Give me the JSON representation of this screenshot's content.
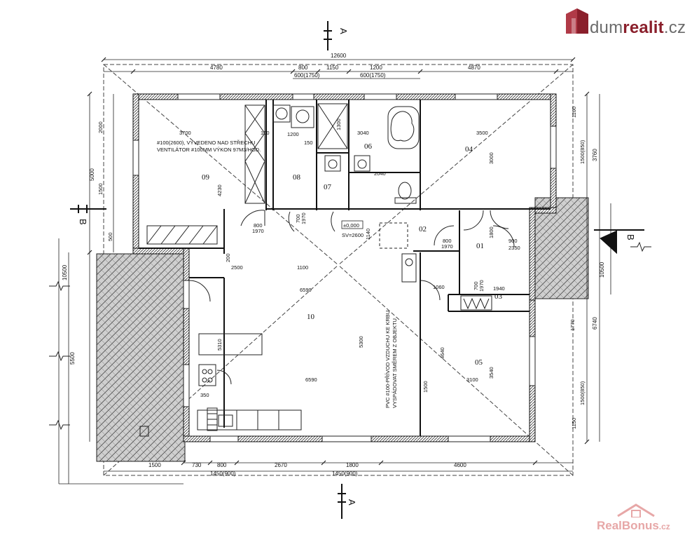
{
  "brand": {
    "logo_prefix": "dum",
    "logo_strong": "realit",
    "logo_suffix": ".cz",
    "watermark_name": "RealBonus",
    "watermark_suffix": ".cz",
    "brand_color": "#8a1f2b",
    "watermark_color": "#e7a7a7"
  },
  "section_marks": {
    "top": "A",
    "bottom": "A",
    "left": "B",
    "right": "B"
  },
  "overall_dims": {
    "width_total": "12600",
    "top_seg_1": "4780",
    "top_seg_2": "800",
    "top_seg_3": "1150",
    "top_seg_4": "1200",
    "top_seg_5": "4870",
    "top_sub_1": "600(1750)",
    "top_sub_2": "600(1750)",
    "left_total": "10500",
    "right_total": "10500",
    "left_5000": "5000",
    "left_5500": "5500",
    "right_3760": "3760",
    "right_6740": "6740"
  },
  "bottom_dims": {
    "seg_1": "1500",
    "seg_2": "730",
    "seg_3": "800",
    "seg_4": "2670",
    "seg_5": "1800",
    "seg_6": "4600",
    "sub_1": "1450(900)",
    "sub_2": "1450(900)"
  },
  "rooms": [
    {
      "id": "room-01",
      "label": "01"
    },
    {
      "id": "room-02",
      "label": "02"
    },
    {
      "id": "room-03",
      "label": "03"
    },
    {
      "id": "room-04",
      "label": "04"
    },
    {
      "id": "room-05",
      "label": "05"
    },
    {
      "id": "room-06",
      "label": "06"
    },
    {
      "id": "room-07",
      "label": "07"
    },
    {
      "id": "room-08",
      "label": "08"
    },
    {
      "id": "room-09",
      "label": "09"
    },
    {
      "id": "room-10",
      "label": "10"
    }
  ],
  "notes": {
    "vent_line1": "#100(2600), VYVEDENO NAD STŘECHU",
    "vent_line2": "VENTILÁTOR #100MM VÝKON 97M3/HOD.",
    "level_mark": "±0,000",
    "sv_mark": "SV=2600",
    "pvc_line1": "PVC #100-PŘÍVOD VZDUCHU KE KRBU",
    "pvc_line2": "VYSPÁDOVAT SMĚREM Z OBJEKTU"
  },
  "inner_dims": {
    "d3700": "3700",
    "d3500": "3500",
    "d3040": "3040",
    "d2040": "2040",
    "d1200": "1200",
    "d1300": "1300",
    "d150a": "150",
    "d100a": "100",
    "d4230": "4230",
    "d3000": "3000",
    "d6590a": "6590",
    "d6590b": "6590",
    "d2500": "2500",
    "d1100": "1100",
    "d5310": "5310",
    "d5300": "5300",
    "d4640": "4640",
    "d3540": "3540",
    "d3100": "3100",
    "d1940": "1940",
    "d900": "900",
    "d2350": "2350",
    "d800a": "800",
    "d1970a": "1970",
    "d800b": "800",
    "d1970b": "1970",
    "d700a": "700",
    "d1970c": "1970",
    "d700b": "700",
    "d1970d": "1970",
    "d1060": "1060",
    "d1500": "1500",
    "d350": "350",
    "d1800": "1800",
    "d1140": "1140",
    "d200a": "200",
    "d1770": "1770",
    "d1160": "1160",
    "d1500b": "1500(850)",
    "d1500c": "1500(850)",
    "d1150": "1150",
    "d2000": "2000",
    "d1500d": "1500",
    "d500": "500"
  }
}
